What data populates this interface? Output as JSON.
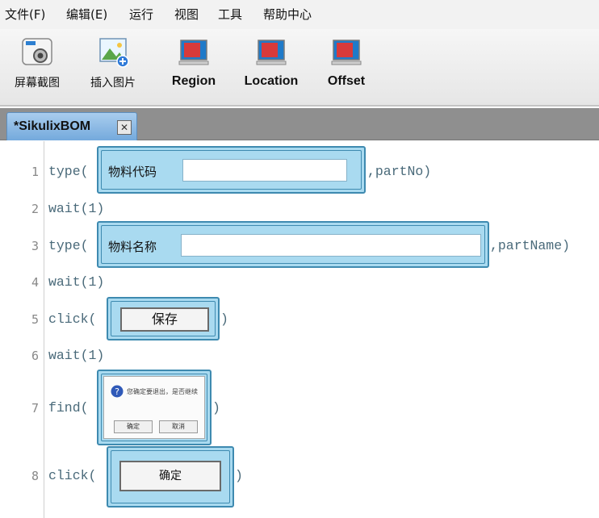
{
  "menu": [
    {
      "label": "文件(F)"
    },
    {
      "label": "编辑(E)"
    },
    {
      "label": "运行"
    },
    {
      "label": "视图"
    },
    {
      "label": "工具"
    },
    {
      "label": "帮助中心"
    }
  ],
  "toolbar": {
    "screenshot_label": "屏幕截图",
    "insert_image_label": "插入图片",
    "region_label": "Region",
    "location_label": "Location",
    "offset_label": "Offset"
  },
  "tab": {
    "title": "*SikulixBOM",
    "close_symbol": "✕"
  },
  "editor": {
    "lines": [
      {
        "num": "1",
        "pre": "type(",
        "post": ",partNo)",
        "shot_label": "物料代码"
      },
      {
        "num": "2",
        "text": "wait(1)"
      },
      {
        "num": "3",
        "pre": "type(",
        "post": ",partName)",
        "shot_label": "物料名称"
      },
      {
        "num": "4",
        "text": "wait(1)"
      },
      {
        "num": "5",
        "pre": "click(",
        "post": ")",
        "shot_label": "保存"
      },
      {
        "num": "6",
        "text": "wait(1)"
      },
      {
        "num": "7",
        "pre": "find(",
        "post": ")",
        "dialog_text": "您确定要退出，是否继续",
        "dialog_btn1": "确定",
        "dialog_btn2": "取消"
      },
      {
        "num": "8",
        "pre": "click(",
        "post": ")",
        "shot_label": "确定"
      }
    ]
  },
  "colors": {
    "code": "#4a6a7a",
    "thumb_bg": "#a9daf0",
    "thumb_border": "#3e8ab0",
    "tab_bg": "#8fbde6"
  }
}
